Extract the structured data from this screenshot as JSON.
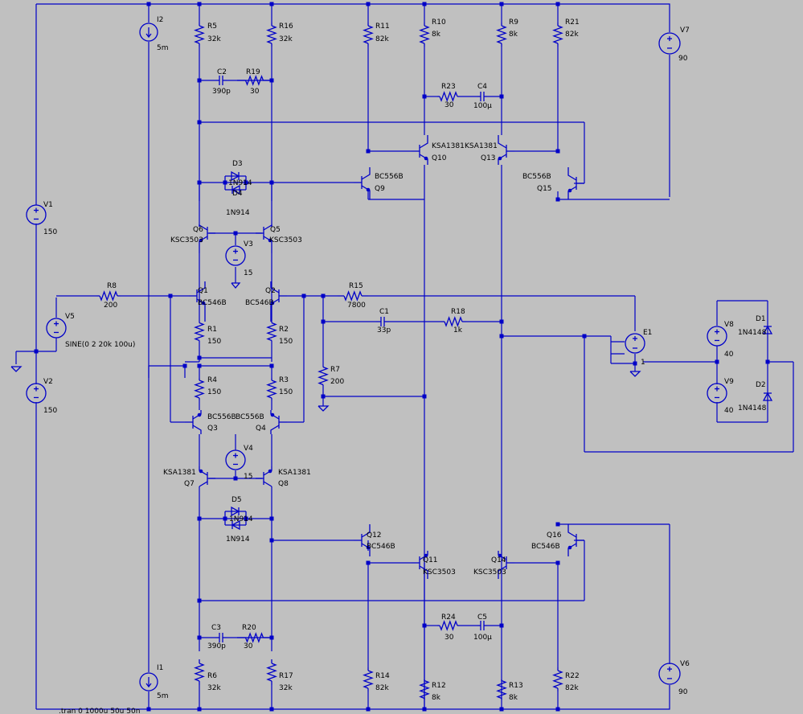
{
  "colors": {
    "background": "#c0c0c0",
    "wire": "#0000c8",
    "text": "#000000"
  },
  "directive": ".tran 0 1000u 50u 50n",
  "labels": [
    {
      "id": "I2",
      "text": "I2"
    },
    {
      "id": "I2v",
      "text": "5m"
    },
    {
      "id": "R5",
      "text": "R5"
    },
    {
      "id": "R5v",
      "text": "32k"
    },
    {
      "id": "R16",
      "text": "R16"
    },
    {
      "id": "R16v",
      "text": "32k"
    },
    {
      "id": "R11",
      "text": "R11"
    },
    {
      "id": "R11v",
      "text": "82k"
    },
    {
      "id": "R10",
      "text": "R10"
    },
    {
      "id": "R10v",
      "text": "8k"
    },
    {
      "id": "R9",
      "text": "R9"
    },
    {
      "id": "R9v",
      "text": "8k"
    },
    {
      "id": "R21",
      "text": "R21"
    },
    {
      "id": "R21v",
      "text": "82k"
    },
    {
      "id": "V7",
      "text": "V7"
    },
    {
      "id": "V7v",
      "text": "90"
    },
    {
      "id": "C2",
      "text": "C2"
    },
    {
      "id": "C2v",
      "text": "390p"
    },
    {
      "id": "R19",
      "text": "R19"
    },
    {
      "id": "R19v",
      "text": "30"
    },
    {
      "id": "R23",
      "text": "R23"
    },
    {
      "id": "R23v",
      "text": "30"
    },
    {
      "id": "C4",
      "text": "C4"
    },
    {
      "id": "C4v",
      "text": "100µ"
    },
    {
      "id": "Q10m",
      "text": "KSA1381"
    },
    {
      "id": "Q10",
      "text": "Q10"
    },
    {
      "id": "Q13m",
      "text": "KSA1381"
    },
    {
      "id": "Q13",
      "text": "Q13"
    },
    {
      "id": "Q9m",
      "text": "BC556B"
    },
    {
      "id": "Q9",
      "text": "Q9"
    },
    {
      "id": "Q15m",
      "text": "BC556B"
    },
    {
      "id": "Q15",
      "text": "Q15"
    },
    {
      "id": "D3",
      "text": "D3"
    },
    {
      "id": "D3v",
      "text": "1N914"
    },
    {
      "id": "D4",
      "text": "D4"
    },
    {
      "id": "D4v",
      "text": "1N914"
    },
    {
      "id": "V1",
      "text": "V1"
    },
    {
      "id": "V1v",
      "text": "150"
    },
    {
      "id": "Q6",
      "text": "Q6"
    },
    {
      "id": "Q6m",
      "text": "KSC3503"
    },
    {
      "id": "Q5",
      "text": "Q5"
    },
    {
      "id": "Q5m",
      "text": "KSC3503"
    },
    {
      "id": "V3",
      "text": "V3"
    },
    {
      "id": "V3v",
      "text": "15"
    },
    {
      "id": "R8",
      "text": "R8"
    },
    {
      "id": "R8v",
      "text": "200"
    },
    {
      "id": "Q1",
      "text": "Q1"
    },
    {
      "id": "Q1m",
      "text": "BC546B"
    },
    {
      "id": "Q2",
      "text": "Q2"
    },
    {
      "id": "Q2m",
      "text": "BC546B"
    },
    {
      "id": "R15",
      "text": "R15"
    },
    {
      "id": "R15v",
      "text": "7800"
    },
    {
      "id": "C1",
      "text": "C1"
    },
    {
      "id": "C1v",
      "text": "33p"
    },
    {
      "id": "R18",
      "text": "R18"
    },
    {
      "id": "R18v",
      "text": "1k"
    },
    {
      "id": "V5",
      "text": "V5"
    },
    {
      "id": "V5v",
      "text": "SINE(0 2 20k 100u)"
    },
    {
      "id": "R1",
      "text": "R1"
    },
    {
      "id": "R1v",
      "text": "150"
    },
    {
      "id": "R2",
      "text": "R2"
    },
    {
      "id": "R2v",
      "text": "150"
    },
    {
      "id": "E1",
      "text": "E1"
    },
    {
      "id": "E1v",
      "text": "1"
    },
    {
      "id": "V8",
      "text": "V8"
    },
    {
      "id": "V8v",
      "text": "40"
    },
    {
      "id": "D1",
      "text": "D1"
    },
    {
      "id": "D1v",
      "text": "1N4148"
    },
    {
      "id": "V9",
      "text": "V9"
    },
    {
      "id": "V9v",
      "text": "40"
    },
    {
      "id": "D2",
      "text": "D2"
    },
    {
      "id": "D2v",
      "text": "1N4148"
    },
    {
      "id": "V2",
      "text": "V2"
    },
    {
      "id": "V2v",
      "text": "150"
    },
    {
      "id": "R4",
      "text": "R4"
    },
    {
      "id": "R4v",
      "text": "150"
    },
    {
      "id": "R3",
      "text": "R3"
    },
    {
      "id": "R3v",
      "text": "150"
    },
    {
      "id": "R7",
      "text": "R7"
    },
    {
      "id": "R7v",
      "text": "200"
    },
    {
      "id": "Q3m",
      "text": "BC556B"
    },
    {
      "id": "Q3",
      "text": "Q3"
    },
    {
      "id": "Q4m",
      "text": "BC556B"
    },
    {
      "id": "Q4",
      "text": "Q4"
    },
    {
      "id": "V4",
      "text": "V4"
    },
    {
      "id": "V4v",
      "text": "15"
    },
    {
      "id": "Q7m",
      "text": "KSA1381"
    },
    {
      "id": "Q7",
      "text": "Q7"
    },
    {
      "id": "Q8m",
      "text": "KSA1381"
    },
    {
      "id": "Q8",
      "text": "Q8"
    },
    {
      "id": "D5",
      "text": "D5"
    },
    {
      "id": "D6",
      "text": "1N914"
    },
    {
      "id": "D6v",
      "text": "1N914"
    },
    {
      "id": "Q12",
      "text": "Q12"
    },
    {
      "id": "Q12m",
      "text": "BC546B"
    },
    {
      "id": "Q16",
      "text": "Q16"
    },
    {
      "id": "Q16m",
      "text": "BC546B"
    },
    {
      "id": "Q11",
      "text": "Q11"
    },
    {
      "id": "Q11m",
      "text": "KSC3503"
    },
    {
      "id": "Q14",
      "text": "Q14"
    },
    {
      "id": "Q14m",
      "text": "KSC3503"
    },
    {
      "id": "R24",
      "text": "R24"
    },
    {
      "id": "R24v",
      "text": "30"
    },
    {
      "id": "C5",
      "text": "C5"
    },
    {
      "id": "C5v",
      "text": "100µ"
    },
    {
      "id": "C3",
      "text": "C3"
    },
    {
      "id": "C3v",
      "text": "390p"
    },
    {
      "id": "R20",
      "text": "R20"
    },
    {
      "id": "R20v",
      "text": "30"
    },
    {
      "id": "I1",
      "text": "I1"
    },
    {
      "id": "I1v",
      "text": "5m"
    },
    {
      "id": "R6",
      "text": "R6"
    },
    {
      "id": "R6v",
      "text": "32k"
    },
    {
      "id": "R17",
      "text": "R17"
    },
    {
      "id": "R17v",
      "text": "32k"
    },
    {
      "id": "R14",
      "text": "R14"
    },
    {
      "id": "R14v",
      "text": "82k"
    },
    {
      "id": "R12",
      "text": "R12"
    },
    {
      "id": "R12v",
      "text": "8k"
    },
    {
      "id": "R13",
      "text": "R13"
    },
    {
      "id": "R13v",
      "text": "8k"
    },
    {
      "id": "R22",
      "text": "R22"
    },
    {
      "id": "R22v",
      "text": "82k"
    },
    {
      "id": "V6",
      "text": "V6"
    },
    {
      "id": "V6v",
      "text": "90"
    }
  ]
}
